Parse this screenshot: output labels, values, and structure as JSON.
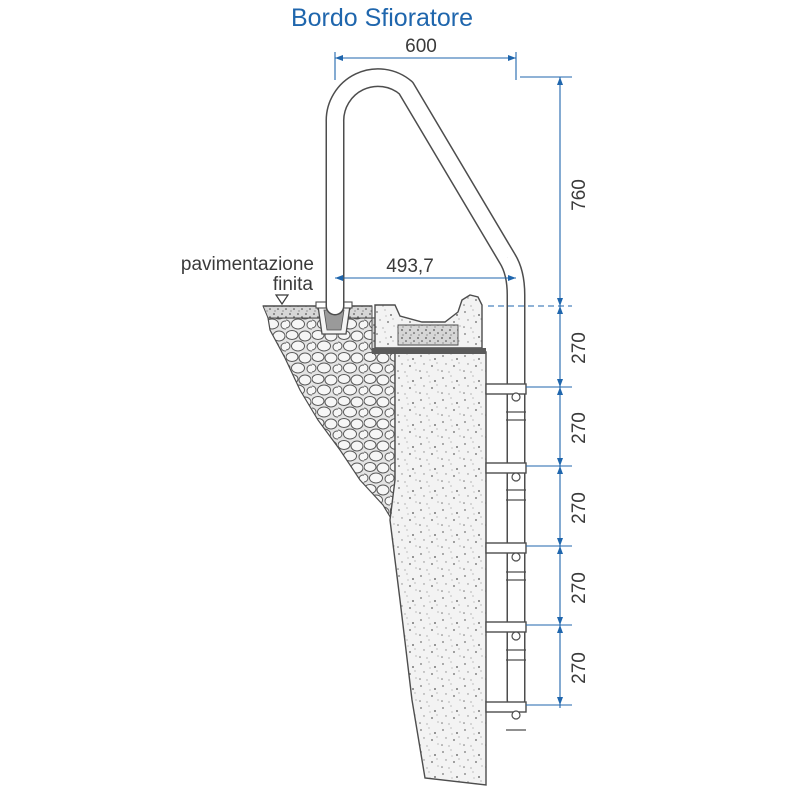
{
  "title": "Bordo Sfioratore",
  "label_floor_line1": "pavimentazione",
  "label_floor_line2": "finita",
  "dimensions": {
    "top_width": "600",
    "inner_width": "493,7",
    "handrail_height": "760",
    "step_spacing": [
      "270",
      "270",
      "270",
      "270",
      "270"
    ]
  },
  "colors": {
    "accent": "#1f66ad",
    "line": "#4d4d4d",
    "concrete": "#eeeeee",
    "gravel": "#dcdcdc"
  }
}
